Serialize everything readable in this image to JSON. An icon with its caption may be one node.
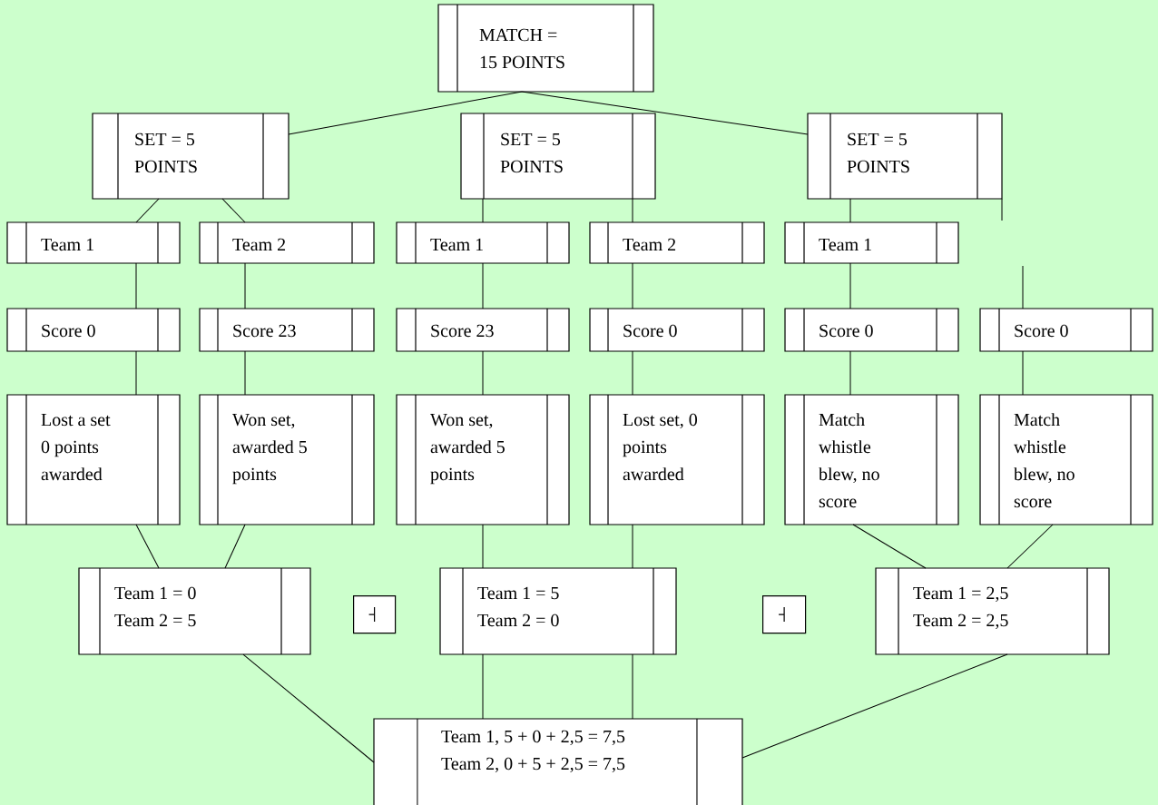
{
  "diagram": {
    "nodes": [
      {
        "text": [
          "MATCH = 15 POINTS"
        ]
      },
      {
        "text": [
          "SET = 5 POINTS"
        ]
      },
      {
        "text": [
          "SET = 5 POINTS"
        ]
      },
      {
        "text": [
          "SET = 5 POINTS"
        ]
      },
      {
        "text": [
          "Team 1"
        ]
      },
      {
        "text": [
          "Team 2"
        ]
      },
      {
        "text": [
          "Team 1"
        ]
      },
      {
        "text": [
          "Team 2"
        ]
      },
      {
        "text": [
          "Team 1"
        ]
      },
      {
        "text": [
          "Score 0"
        ]
      },
      {
        "text": [
          "Score 23"
        ]
      },
      {
        "text": [
          "Score 23"
        ]
      },
      {
        "text": [
          "Score 0"
        ]
      },
      {
        "text": [
          "Score 0"
        ]
      },
      {
        "text": [
          "Score 0"
        ]
      },
      {
        "text": [
          "Lost a set 0 points awarded"
        ]
      },
      {
        "text": [
          "Won set, awarded 5 points"
        ]
      },
      {
        "text": [
          "Won set, awarded 5 points"
        ]
      },
      {
        "text": [
          "Lost set, 0 points awarded"
        ]
      },
      {
        "text": [
          "Match whistle blew, no score"
        ]
      },
      {
        "text": [
          "Match whistle blew, no score"
        ]
      },
      {
        "text": [
          "Team 1 = 0",
          "Team 2 = 5"
        ]
      },
      {
        "text": [],
        "shape": "box"
      },
      {
        "text": [
          "Team 1 = 5",
          "Team 2 = 0"
        ]
      },
      {
        "text": [],
        "shape": "box"
      },
      {
        "text": [
          "Team 1 = 2,5",
          "Team 2 = 2,5"
        ]
      },
      {
        "text": [
          "Team 1, 5 + 0 + 2,5 = 7,5",
          "Team 2, 0 + 5 + 2,5 = 7,5"
        ]
      }
    ],
    "edges": [
      {
        "from": 0,
        "to": 1,
        "arrow": "none"
      },
      {
        "from": 0,
        "to": 3,
        "arrow": "none"
      },
      {
        "from": 1,
        "to": 4,
        "arrow": "none"
      },
      {
        "from": 1,
        "to": 5,
        "arrow": "none"
      },
      {
        "from": 2,
        "to": 6,
        "arrow": "none"
      },
      {
        "from": 2,
        "to": 7,
        "arrow": "none"
      },
      {
        "from": 3,
        "to": 8,
        "arrow": "none"
      },
      {
        "from": 3,
        "to": null,
        "arrow": "none"
      },
      {
        "from": null,
        "to": 14,
        "arrow": "none"
      },
      {
        "from": 4,
        "to": 9,
        "arrow": "none"
      },
      {
        "from": 5,
        "to": 10,
        "arrow": "none"
      },
      {
        "from": 6,
        "to": 11,
        "arrow": "none"
      },
      {
        "from": 7,
        "to": 12,
        "arrow": "none"
      },
      {
        "from": 8,
        "to": 13,
        "arrow": "none"
      },
      {
        "from": 9,
        "to": 15,
        "arrow": "none"
      },
      {
        "from": 10,
        "to": 16,
        "arrow": "none"
      },
      {
        "from": 11,
        "to": 17,
        "arrow": "none"
      },
      {
        "from": 12,
        "to": 18,
        "arrow": "none"
      },
      {
        "from": 13,
        "to": 19,
        "arrow": "none"
      },
      {
        "from": 14,
        "to": 20,
        "arrow": "none"
      },
      {
        "from": 15,
        "to": 21,
        "arrow": "none"
      },
      {
        "from": 16,
        "to": 21,
        "arrow": "none"
      },
      {
        "from": 17,
        "to": 23,
        "arrow": "none"
      },
      {
        "from": 18,
        "to": 23,
        "arrow": "none"
      },
      {
        "from": 19,
        "to": 25,
        "arrow": "none"
      },
      {
        "from": 20,
        "to": 25,
        "arrow": "none"
      },
      {
        "from": 21,
        "to": 26,
        "arrow": "none"
      },
      {
        "from": 23,
        "to": 26,
        "arrow": "none"
      },
      {
        "from": 23,
        "to": 26,
        "arrow": "none"
      },
      {
        "from": 25,
        "to": 26,
        "arrow": "none"
      }
    ]
  }
}
